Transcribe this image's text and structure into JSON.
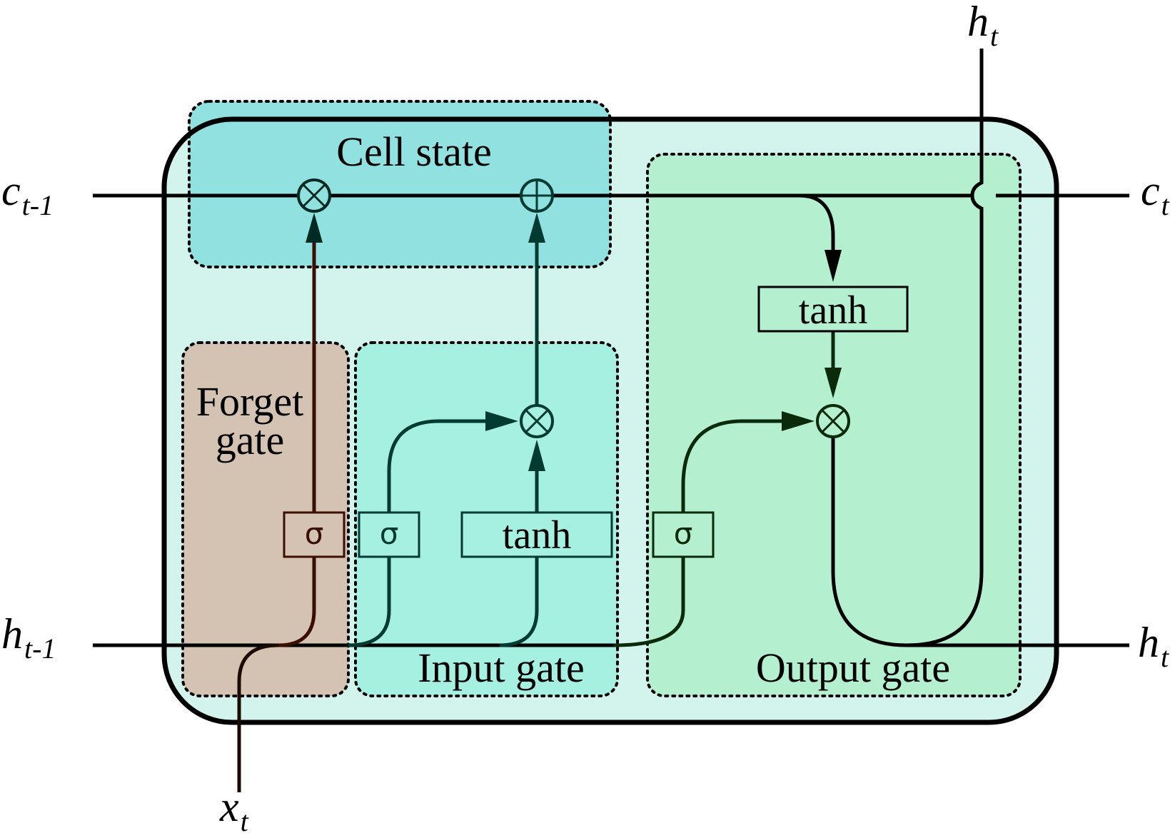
{
  "diagram": {
    "title": "",
    "inputs": {
      "c_prev": {
        "base": "c",
        "sub": "t-1"
      },
      "h_prev": {
        "base": "h",
        "sub": "t-1"
      },
      "x": {
        "base": "x",
        "sub": "t"
      }
    },
    "outputs": {
      "c_out": {
        "base": "c",
        "sub": "t"
      },
      "h_out_right": {
        "base": "h",
        "sub": "t"
      },
      "h_out_top": {
        "base": "h",
        "sub": "t"
      }
    },
    "regions": {
      "cell_state": "Cell state",
      "forget_gate_line1": "Forget",
      "forget_gate_line2": "gate",
      "input_gate": "Input gate",
      "output_gate": "Output gate"
    },
    "operations": {
      "forget_sigma": "σ",
      "input_sigma": "σ",
      "input_tanh": "tanh",
      "output_sigma": "σ",
      "output_tanh": "tanh",
      "multiply": "⊗",
      "add": "⊕"
    },
    "colors": {
      "cell_body": "#d2f4ec",
      "cell_state_region": "#90e1df",
      "forget_region": "#d4c3b2",
      "input_region": "#a6f0e2",
      "output_region": "#b4f0cf",
      "forget_path": "#3a0f00",
      "input_path": "#003a30",
      "output_path": "#0a2a0a",
      "outline": "#000000"
    }
  }
}
